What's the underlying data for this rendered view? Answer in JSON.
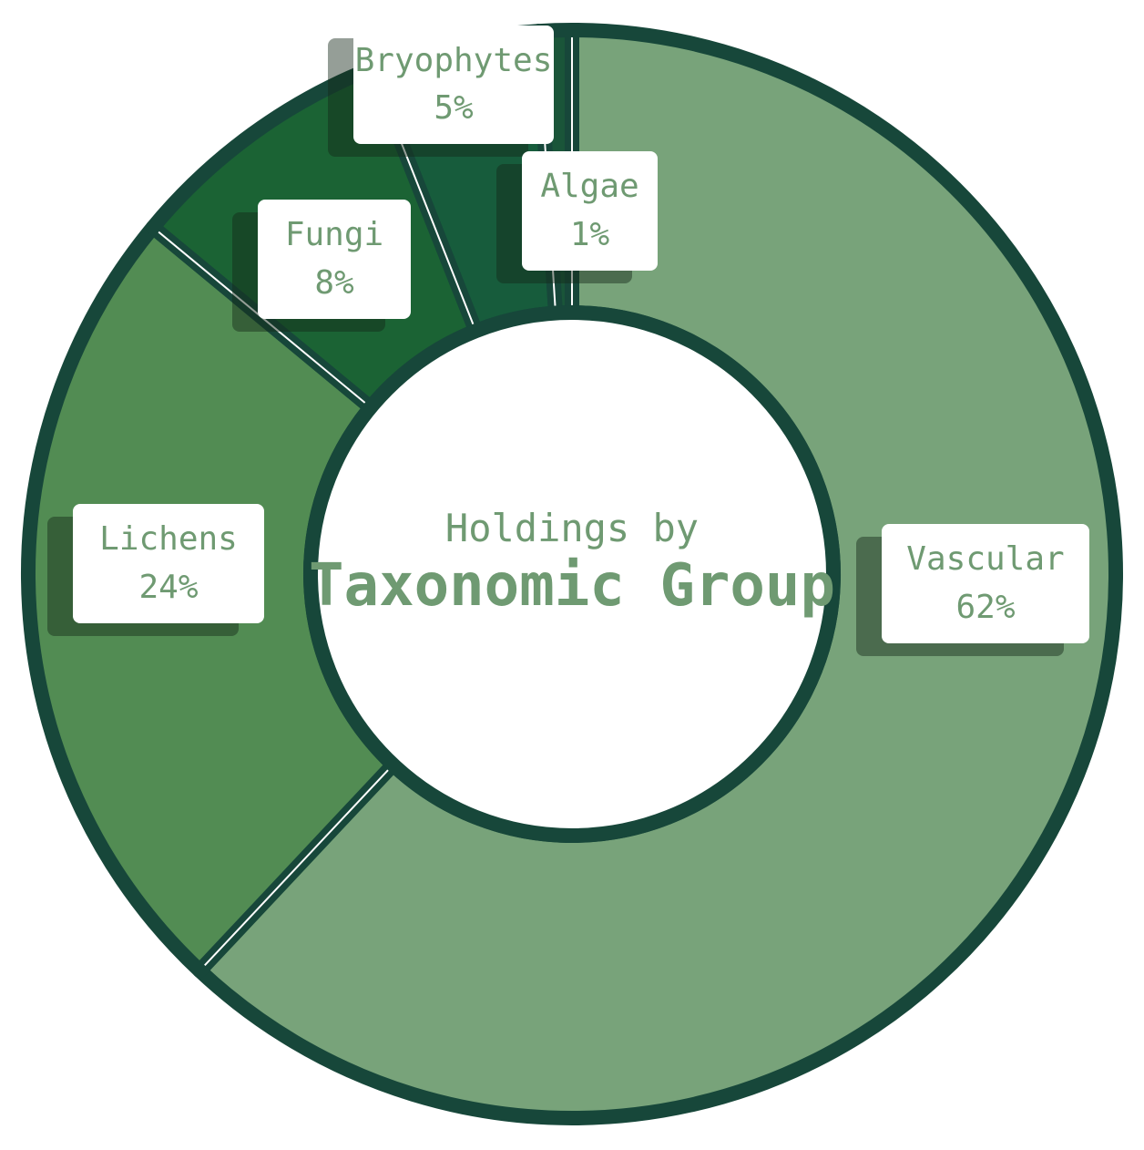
{
  "chart_data": {
    "type": "pie",
    "title_line1": "Holdings by",
    "title_line2": "Taxonomic Group",
    "slices": [
      {
        "label": "Vascular",
        "percent_label": "62%",
        "value": 62,
        "color": "#78a37a"
      },
      {
        "label": "Lichens",
        "percent_label": "24%",
        "value": 24,
        "color": "#528c53"
      },
      {
        "label": "Fungi",
        "percent_label": "8%",
        "value": 8,
        "color": "#1b6334"
      },
      {
        "label": "Bryophytes",
        "percent_label": "5%",
        "value": 5,
        "color": "#175c3c"
      },
      {
        "label": "Algae",
        "percent_label": "1%",
        "value": 1,
        "color": "#1a5539"
      }
    ],
    "outline_color": "#17473a",
    "label_text_color": "#6f9a72"
  }
}
